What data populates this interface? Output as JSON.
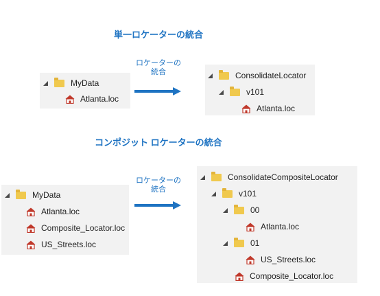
{
  "section1": {
    "title": "単一ロケーターの統合",
    "arrow_label_line1": "ロケーターの",
    "arrow_label_line2": "統合",
    "source": {
      "folder": "MyData",
      "file": "Atlanta.loc"
    },
    "target": {
      "root": "ConsolidateLocator",
      "version": "v101",
      "file": "Atlanta.loc"
    }
  },
  "section2": {
    "title": "コンポジット ロケーターの統合",
    "arrow_label_line1": "ロケーターの",
    "arrow_label_line2": "統合",
    "source": {
      "folder": "MyData",
      "files": [
        "Atlanta.loc",
        "Composite_Locator.loc",
        "US_Streets.loc"
      ]
    },
    "target": {
      "root": "ConsolidateCompositeLocator",
      "version": "v101",
      "sub1": "00",
      "sub1_file": "Atlanta.loc",
      "sub2": "01",
      "sub2_file": "US_Streets.loc",
      "composite_file": "Composite_Locator.loc"
    }
  },
  "colors": {
    "accent": "#1e73c2",
    "panel": "#f2f2f2",
    "folder": "#f0c94e",
    "locator_icon": "#c0392b"
  },
  "icons": {
    "folder": "folder-icon",
    "locator": "locator-file-icon",
    "expand": "expand-caret-icon",
    "arrow": "right-arrow-icon"
  }
}
